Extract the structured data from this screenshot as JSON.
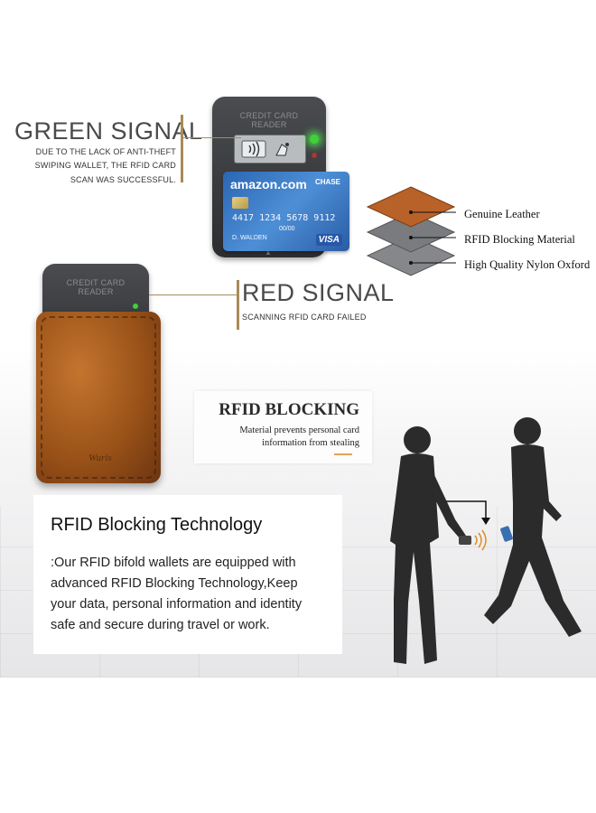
{
  "green_signal": {
    "title": "GREEN SIGNAL",
    "lines": [
      "DUE TO THE LACK OF ANTI-THEFT",
      "SWIPING WALLET, THE RFID CARD",
      "SCAN WAS SUCCESSFUL."
    ]
  },
  "red_signal": {
    "title": "RED SIGNAL",
    "subtitle": "SCANNING RFID CARD FAILED"
  },
  "reader": {
    "label_line1": "CREDIT CARD",
    "label_line2": "READER"
  },
  "card": {
    "brand": "amazon.com",
    "bank": "CHASE",
    "number": "4417 1234 5678 9112",
    "expiry": "00/00",
    "holder": "D. WALDEN",
    "network": "VISA"
  },
  "wallet": {
    "logo": "Wuris"
  },
  "layers": [
    {
      "label": "Genuine Leather",
      "color": "#b8622a"
    },
    {
      "label": "RFID Blocking Material",
      "color": "#7d7e80"
    },
    {
      "label": "High Quality Nylon Oxford",
      "color": "#8a8b8d"
    }
  ],
  "rfid_blocking_box": {
    "title": "RFID BLOCKING",
    "line1": "Material prevents personal card",
    "line2": "information from stealing"
  },
  "technology_panel": {
    "title": "RFID Blocking Technology",
    "body_lines": [
      ":Our RFID bifold wallets are equipped with",
      "advanced RFID Blocking Technology,Keep",
      "your data, personal information and identity",
      "safe and secure during travel or work."
    ]
  },
  "colors": {
    "accent_gold": "#a98a5a",
    "signal_green": "#3fd13a",
    "signal_red": "#e0302a",
    "accent_orange": "#e2a25a"
  }
}
